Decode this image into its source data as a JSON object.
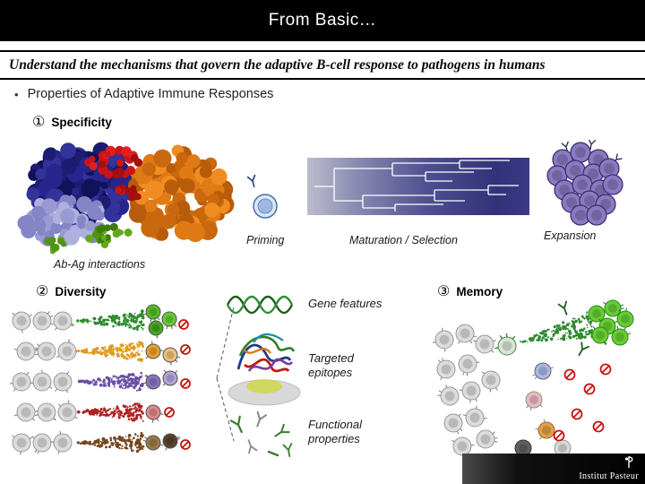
{
  "slide": {
    "title": "From Basic…",
    "subtitle": "Understand the mechanisms that govern the adaptive B-cell response to pathogens in humans",
    "bullet_symbol": "•",
    "bullet": "Properties of Adaptive Immune Responses",
    "sections": {
      "specificity": {
        "number": "①",
        "label": "Specificity"
      },
      "diversity": {
        "number": "②",
        "label": "Diversity"
      },
      "memory": {
        "number": "③",
        "label": "Memory"
      }
    },
    "captions": {
      "ab_ag": "Ab-Ag interactions",
      "priming": "Priming",
      "maturation": "Maturation / Selection",
      "expansion": "Expansion"
    },
    "labels": {
      "gene_features": "Gene features",
      "targeted_epitopes": "Targeted epitopes",
      "functional_properties": "Functional properties"
    },
    "footer": {
      "logo_text": "Institut Pasteur"
    }
  },
  "colors": {
    "title_bar": "#000000",
    "maturation_gradient_dark": "#32327a",
    "expansion_cell_purple": "#8a7ac2",
    "memory_cell_green": "#66cc33",
    "deletion_sign_red": "#cc1111",
    "dna_green": "#2f8d2f",
    "antibody_navy": "#223a7a",
    "antigen_orange": "#e07a14"
  }
}
